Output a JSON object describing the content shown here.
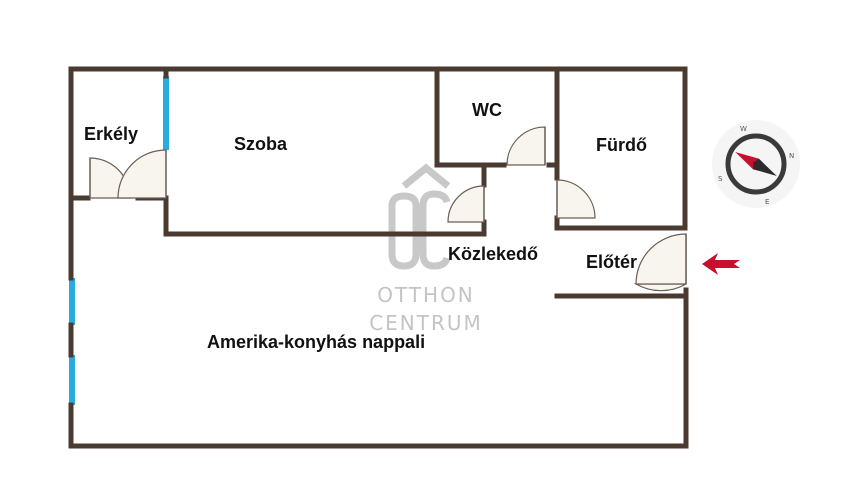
{
  "plan": {
    "rooms": {
      "erkely": "Erkély",
      "szoba": "Szoba",
      "wc": "WC",
      "furdo": "Fürdő",
      "kozlekedo": "Közlekedő",
      "eloter": "Előtér",
      "nappali": "Amerika-konyhás nappali"
    },
    "watermark": {
      "logo": "OC",
      "line1": "OTTHON",
      "line2": "CENTRUM"
    },
    "compass": {
      "n": "N",
      "e": "E",
      "s": "S",
      "w": "W"
    },
    "entrance_icon": "entrance-arrow-icon"
  },
  "colors": {
    "wall": "#4a3a30",
    "window": "#29abe2",
    "door_fill": "#f8f4ee",
    "door_line": "#6a5e55",
    "watermark": "#c4c4c4",
    "entrance_arrow": "#c8102e",
    "compass_red": "#c8102e",
    "compass_dark": "#2b2b2b"
  }
}
